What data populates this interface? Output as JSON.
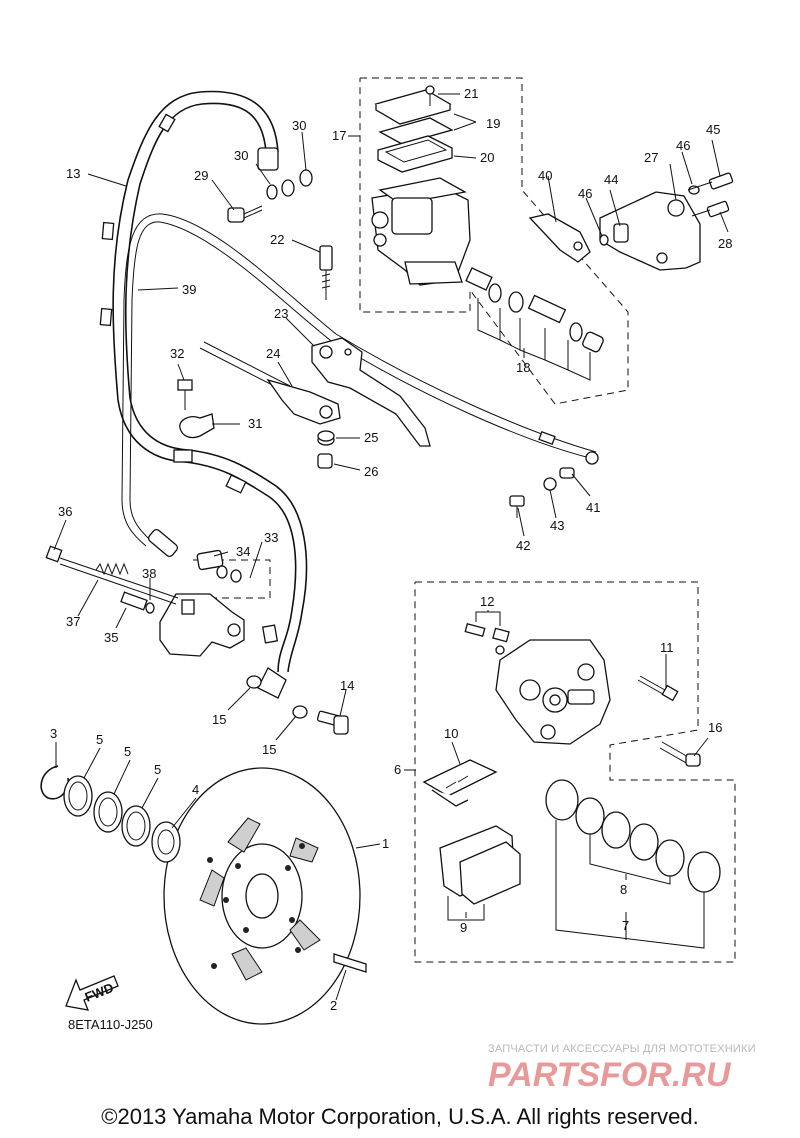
{
  "diagram": {
    "code": "8ETA110-J250",
    "fwd_label": "FWD",
    "copyright": "©2013 Yamaha Motor Corporation, U.S.A. All rights reserved.",
    "watermark": {
      "tagline": "ЗАПЧАСТИ И АКСЕССУАРЫ ДЛЯ МОТОТЕХНИКИ",
      "brand": "PARTSFOR.RU",
      "color": "#e89a9a"
    },
    "callouts": [
      "1",
      "2",
      "3",
      "4",
      "5",
      "5",
      "5",
      "6",
      "7",
      "8",
      "9",
      "10",
      "11",
      "12",
      "13",
      "14",
      "15",
      "15",
      "16",
      "17",
      "18",
      "19",
      "20",
      "21",
      "22",
      "23",
      "24",
      "25",
      "26",
      "27",
      "28",
      "29",
      "30",
      "30",
      "31",
      "32",
      "33",
      "34",
      "35",
      "36",
      "37",
      "38",
      "39",
      "40",
      "41",
      "42",
      "43",
      "44",
      "45",
      "46",
      "46"
    ]
  }
}
